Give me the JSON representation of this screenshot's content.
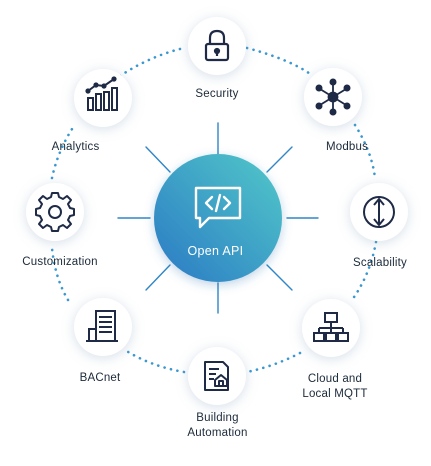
{
  "center": {
    "label": "Open API",
    "icon": "code-bubble-icon"
  },
  "colors": {
    "accent_start": "#2a7fc7",
    "accent_end": "#4cc3c9",
    "icon_stroke": "#1e2a46",
    "spoke": "#2f86c8",
    "dotted_ring": "#3a97d0",
    "node_fill": "#ffffff",
    "label_text": "#1b2a3a"
  },
  "nodes": [
    {
      "id": "security",
      "label": "Security",
      "icon": "lock-icon"
    },
    {
      "id": "modbus",
      "label": "Modbus",
      "icon": "network-hub-icon"
    },
    {
      "id": "scalability",
      "label": "Scalability",
      "icon": "vertical-arrows-icon"
    },
    {
      "id": "cloud",
      "label": "Cloud and\nLocal MQTT",
      "icon": "hierarchy-icon"
    },
    {
      "id": "building",
      "label": "Building\nAutomation",
      "icon": "building-document-icon"
    },
    {
      "id": "bacnet",
      "label": "BACnet",
      "icon": "server-building-icon"
    },
    {
      "id": "customization",
      "label": "Customization",
      "icon": "gear-icon"
    },
    {
      "id": "analytics",
      "label": "Analytics",
      "icon": "growth-chart-icon"
    }
  ]
}
